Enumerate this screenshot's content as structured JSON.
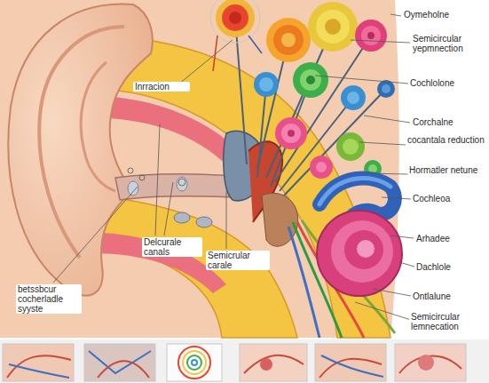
{
  "diagram": {
    "labels": [
      "Inrracion",
      "Oymeholne",
      "Semicircular yepmnection",
      "Cochlolone",
      "Corchalne",
      "cocantala reduction",
      "Hormatler netune",
      "Cochleoa",
      "Arhadee",
      "Dachlole",
      "Ontlalune",
      "Semicircular lemnecation",
      "Delcurale canals",
      "Semicrular carale",
      "betssbcur cocherladle syyste"
    ]
  }
}
